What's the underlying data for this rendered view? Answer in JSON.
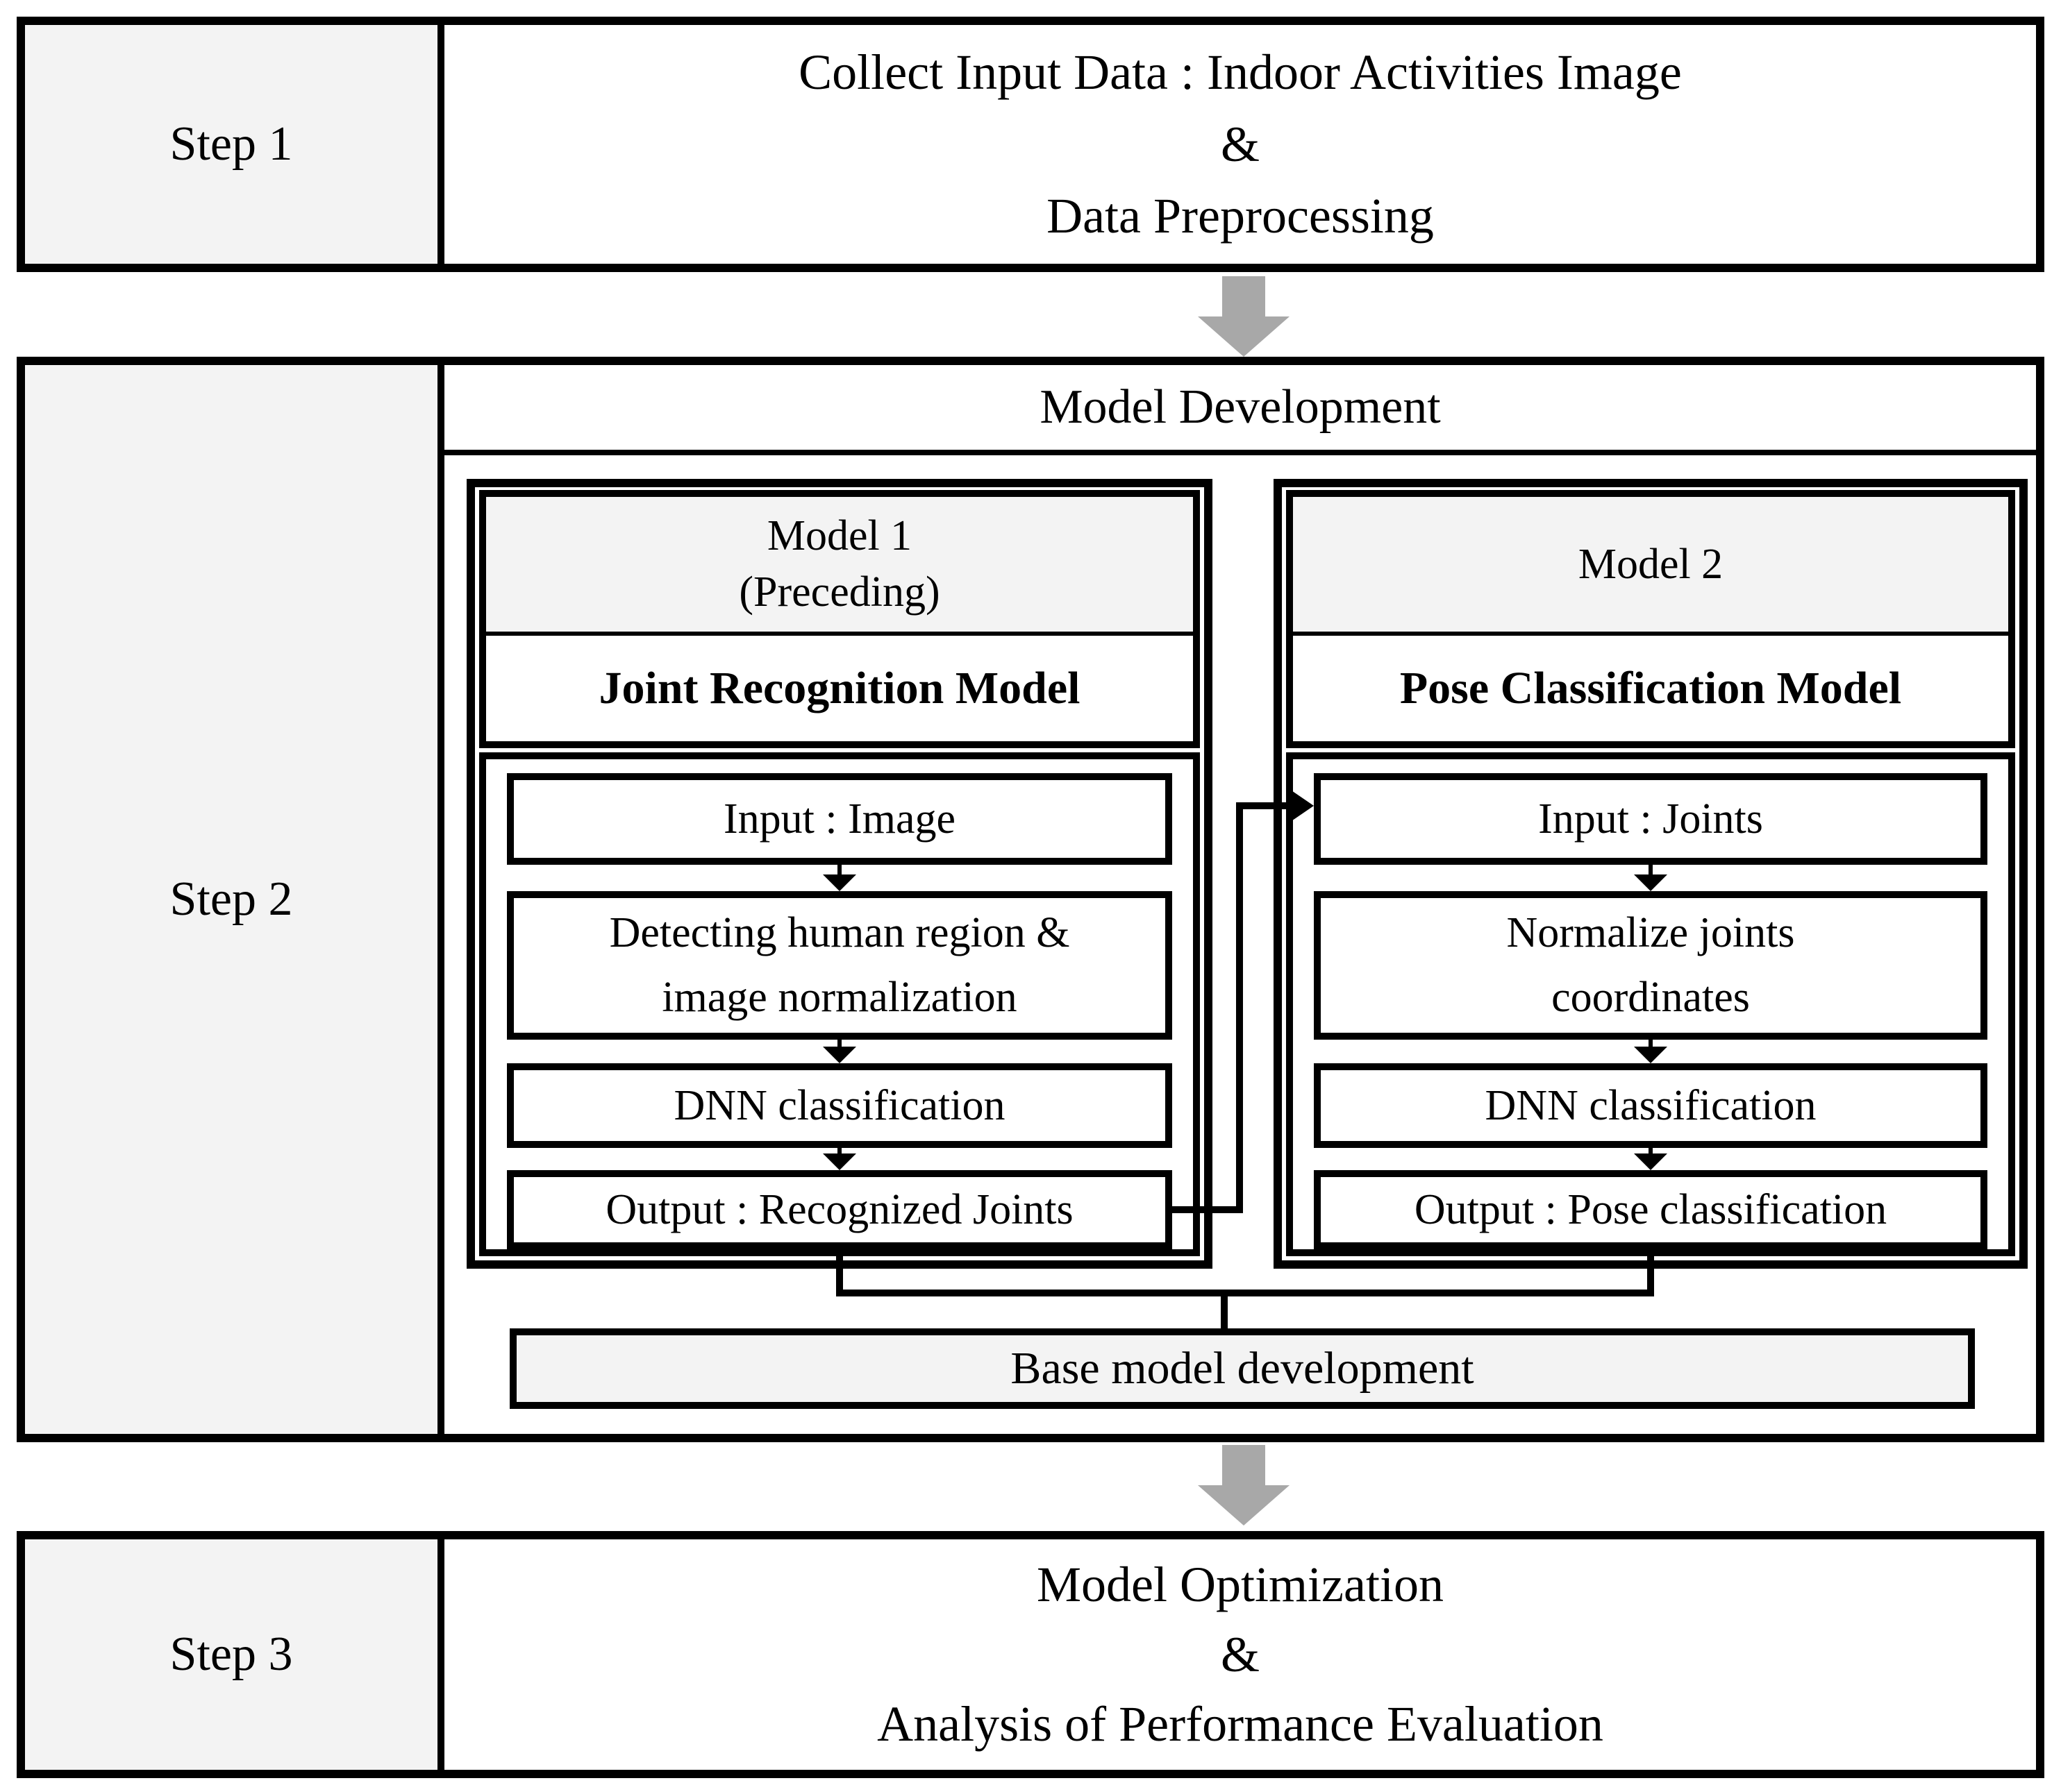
{
  "colors": {
    "border": "#000000",
    "panel_fill": "#f3f3f3",
    "arrow_gray": "#a8a8a8",
    "background": "#ffffff"
  },
  "step1": {
    "label": "Step 1",
    "lines": [
      "Collect Input Data : Indoor Activities Image",
      "&",
      "Data Preprocessing"
    ]
  },
  "step2": {
    "label": "Step 2",
    "title": "Model Development",
    "model1": {
      "header": [
        "Model 1",
        "(Preceding)"
      ],
      "title": "Joint Recognition Model",
      "steps": [
        [
          "Input : Image"
        ],
        [
          "Detecting human region &",
          "image normalization"
        ],
        [
          "DNN classification"
        ],
        [
          "Output : Recognized Joints"
        ]
      ]
    },
    "model2": {
      "header": [
        "Model 2"
      ],
      "title": "Pose Classification Model",
      "steps": [
        [
          "Input : Joints"
        ],
        [
          "Normalize joints",
          "coordinates"
        ],
        [
          "DNN classification"
        ],
        [
          "Output : Pose classification"
        ]
      ]
    },
    "base_label": "Base model development"
  },
  "step3": {
    "label": "Step 3",
    "lines": [
      "Model Optimization",
      "&",
      "Analysis of Performance Evaluation"
    ]
  }
}
